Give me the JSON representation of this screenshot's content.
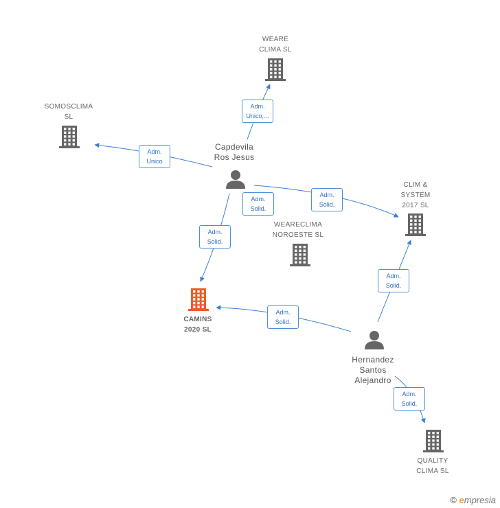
{
  "nodes": {
    "weare_clima": {
      "label": "WEARE\nCLIMA SL",
      "type": "company"
    },
    "somosclima": {
      "label": "SOMOSCLIMA\nSL",
      "type": "company"
    },
    "capdevila": {
      "label": "Capdevila\nRos Jesus",
      "type": "person"
    },
    "clim_system": {
      "label": "CLIM &\nSYSTEM\n2017 SL",
      "type": "company"
    },
    "weareclima_noroeste": {
      "label": "WEARECLIMA\nNOROESTE SL",
      "type": "company"
    },
    "camins": {
      "label": "CAMINS\n2020 SL",
      "type": "company-focus"
    },
    "hernandez": {
      "label": "Hernandez\nSantos\nAlejandro",
      "type": "person"
    },
    "quality_clima": {
      "label": "QUALITY\nCLIMA SL",
      "type": "company"
    }
  },
  "edges": [
    {
      "from": "capdevila",
      "to": "weare_clima",
      "label": "Adm.\nUnico,..."
    },
    {
      "from": "capdevila",
      "to": "somosclima",
      "label": "Adm.\nUnico"
    },
    {
      "from": "capdevila",
      "to": "camins",
      "label": "Adm.\nSolid."
    },
    {
      "from": "capdevila",
      "to": "weareclima_noroeste",
      "label": "Adm.\nSolid."
    },
    {
      "from": "capdevila",
      "to": "clim_system",
      "label": "Adm.\nSolid."
    },
    {
      "from": "hernandez",
      "to": "clim_system",
      "label": "Adm.\nSolid."
    },
    {
      "from": "hernandez",
      "to": "camins",
      "label": "Adm.\nSolid."
    },
    {
      "from": "hernandez",
      "to": "quality_clima",
      "label": "Adm.\nSolid."
    }
  ],
  "colors": {
    "company": "#666666",
    "focus": "#f05a28",
    "person": "#666666",
    "edge": "#3a7fd5"
  },
  "footer": {
    "copyright": "©",
    "brand_e": "e",
    "brand_rest": "mpresia"
  }
}
